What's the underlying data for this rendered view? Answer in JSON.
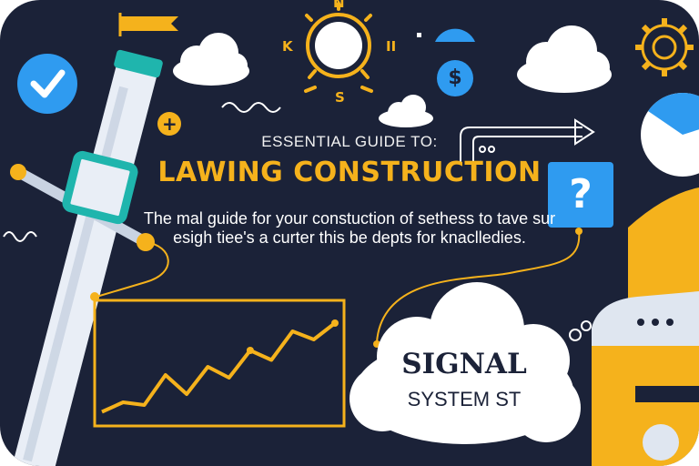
{
  "heading": {
    "eyebrow": "ESSENTIAL GUIDE TO:",
    "title": "LAWING  CONSTRUCTION",
    "body": "The mal guide for your constuction of sethess to tave sur esigh tiee's a curter this be depts for knaclledies."
  },
  "cloud_label": {
    "title": "SIGNAL",
    "subtitle": "SYSTEM ST"
  },
  "sun_letters": {
    "top": "N",
    "left": "K",
    "right": "II",
    "bottom": "S"
  },
  "icons": {
    "currency_symbol": "$",
    "question_symbol": "?",
    "plus_symbol": "+"
  },
  "colors": {
    "background": "#1b2238",
    "accent_yellow": "#f5b21c",
    "accent_blue": "#2f9bf0",
    "teal": "#1fb5ad",
    "cloud": "#ffffff",
    "pipe": "#e9eef6"
  },
  "chart_data": {
    "type": "line",
    "title": "",
    "xlabel": "",
    "ylabel": "",
    "x": [
      0,
      1,
      2,
      3,
      4,
      5,
      6,
      7,
      8,
      9,
      10,
      11
    ],
    "values": [
      0.5,
      1.2,
      1.0,
      3.2,
      1.8,
      3.8,
      3.0,
      5.0,
      4.3,
      6.4,
      5.8,
      7.0
    ],
    "ylim": [
      0,
      8
    ],
    "grid": false
  }
}
